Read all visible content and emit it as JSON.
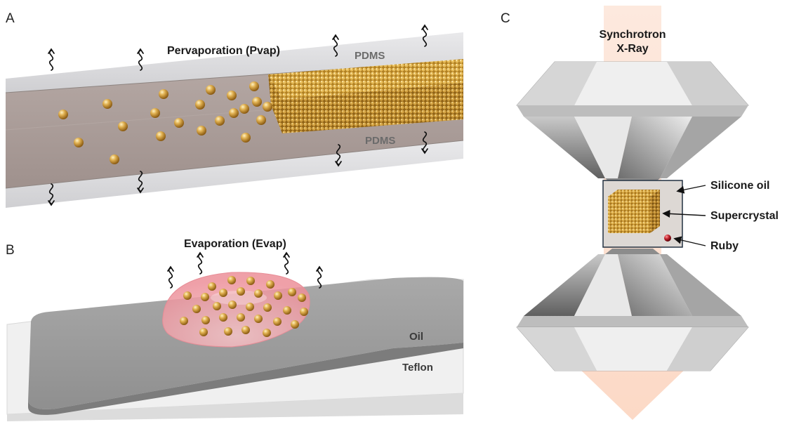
{
  "panels": {
    "a": {
      "letter": "A",
      "title": "Pervaporation (Pvap)",
      "membrane_top": "PDMS",
      "membrane_bottom": "PDMS"
    },
    "b": {
      "letter": "B",
      "title": "Evaporation (Evap)",
      "oil_label": "Oil",
      "substrate_label": "Teflon"
    },
    "c": {
      "letter": "C",
      "beam_line1": "Synchrotron",
      "beam_line2": "X-Ray",
      "callouts": [
        "Silicone oil",
        "Supercrystal",
        "Ruby"
      ]
    }
  },
  "colors": {
    "particle_gold": "#d9a640",
    "droplet_pink": "#f2a7ae",
    "ruby_red": "#c0202a",
    "beam_peach": "#fbe3d6",
    "diamond_grey": "#a8a8a8"
  }
}
